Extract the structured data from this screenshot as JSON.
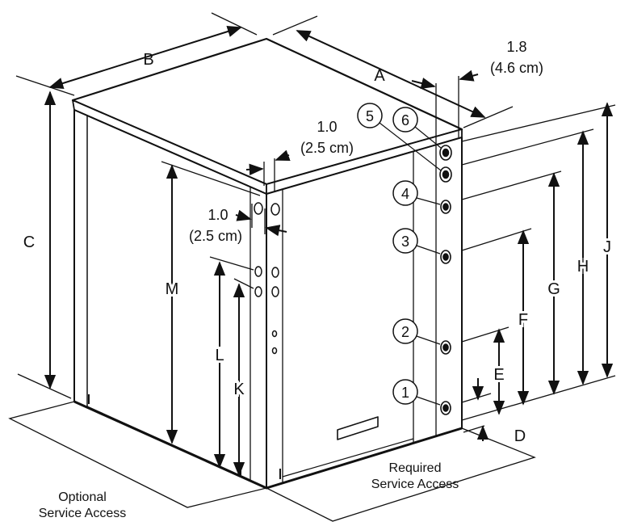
{
  "dimension_labels": {
    "A": "A",
    "B": "B",
    "C": "C",
    "D": "D",
    "E": "E",
    "F": "F",
    "G": "G",
    "H": "H",
    "J": "J",
    "K": "K",
    "L": "L",
    "M": "M"
  },
  "measurements": {
    "top_right_value": "1.8",
    "top_right_metric": "(4.6 cm)",
    "top_value": "1.0",
    "top_metric": "(2.5 cm)",
    "side_value": "1.0",
    "side_metric": "(2.5 cm)"
  },
  "connections": [
    "1",
    "2",
    "3",
    "4",
    "5",
    "6"
  ],
  "service_access": {
    "required_line1": "Required",
    "required_line2": "Service Access",
    "optional_line1": "Optional",
    "optional_line2": "Service Access"
  }
}
